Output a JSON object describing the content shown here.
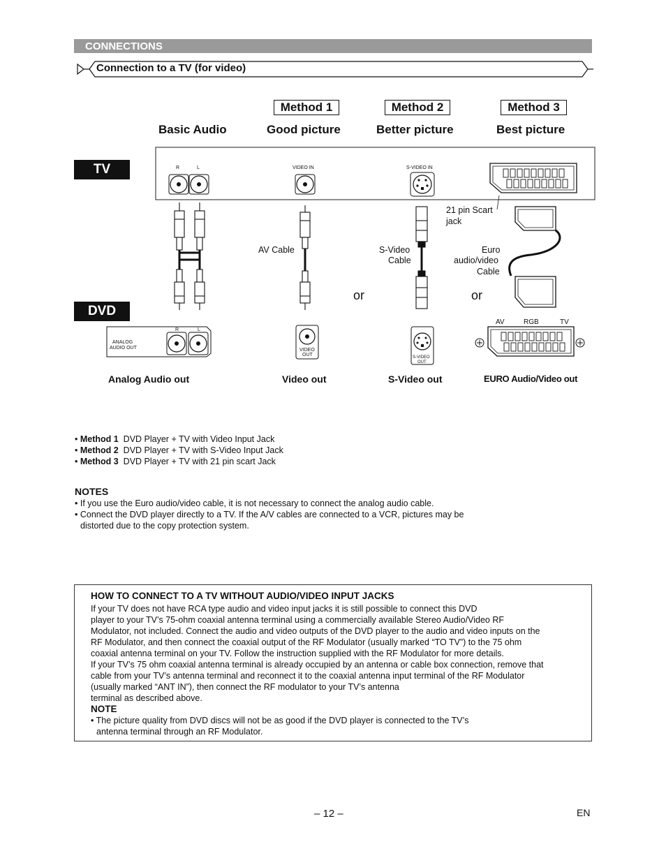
{
  "header": {
    "section": "CONNECTIONS",
    "subtitle": "Connection to a TV (for video)"
  },
  "methods": [
    "Method 1",
    "Method 2",
    "Method 3"
  ],
  "columns": [
    "Basic Audio",
    "Good picture",
    "Better picture",
    "Best picture"
  ],
  "device_labels": {
    "tv": "TV",
    "dvd": "DVD"
  },
  "tv_panel": {
    "r": "R",
    "l": "L",
    "video_in": "VIDEO IN",
    "svideo_in": "S-VIDEO IN"
  },
  "cable_labels": {
    "scart_jack_1": "21 pin Scart",
    "scart_jack_2": "jack",
    "av_cable": "AV Cable",
    "svideo_cable_1": "S-Video",
    "svideo_cable_2": "Cable",
    "euro_1": "Euro",
    "euro_2": "audio/video",
    "euro_3": "Cable",
    "or": "or"
  },
  "dvd_panel": {
    "analog_1": "ANALOG",
    "analog_2": "AUDIO OUT",
    "r": "R",
    "l": "L",
    "video_out_1": "VIDEO",
    "video_out_2": "OUT",
    "svideo_out_1": "S-VIDEO",
    "svideo_out_2": "OUT",
    "scart_av": "AV",
    "scart_rgb": "RGB",
    "scart_tv": "TV"
  },
  "outputs": [
    "Analog Audio out",
    "Video out",
    "S-Video out",
    "EURO Audio/Video out"
  ],
  "method_list": [
    {
      "name": "Method 1",
      "desc": "DVD Player + TV with Video Input Jack"
    },
    {
      "name": "Method 2",
      "desc": "DVD Player + TV with S-Video Input Jack"
    },
    {
      "name": "Method 3",
      "desc": "DVD Player + TV with 21 pin scart Jack"
    }
  ],
  "notes": {
    "title": "NOTES",
    "items": [
      "If you use the Euro audio/video cable, it is not necessary to connect the analog audio cable.",
      "Connect the DVD player directly to a TV. If the A/V cables are connected to a VCR, pictures may be",
      "distorted due to the copy protection system."
    ]
  },
  "howto": {
    "title": "HOW TO CONNECT TO A TV WITHOUT AUDIO/VIDEO INPUT JACKS",
    "lines": [
      "If your TV does not have RCA type audio and video input jacks it is still possible to connect this DVD",
      "player to your TV’s 75-ohm coaxial antenna terminal using a commercially available Stereo Audio/Video RF",
      "Modulator, not included. Connect the audio and video outputs of the DVD player to the audio and video inputs on the",
      "RF Modulator, and then connect the coaxial output of the RF Modulator (usually marked “TO TV”) to the 75 ohm",
      "coaxial antenna terminal on your TV. Follow the instruction supplied with the RF Modulator for more details.",
      "If your TV’s 75 ohm coaxial antenna terminal is already occupied by an antenna or cable box connection, remove that",
      "cable from your TV’s antenna terminal and reconnect it to the coaxial antenna input terminal of the RF Modulator",
      "(usually marked “ANT IN”), then connect the RF modulator to your TV’s antenna",
      "terminal as described above."
    ],
    "note_title": "NOTE",
    "note_lines": [
      "The picture quality from DVD discs will not be as good if the DVD player is connected to the TV’s",
      "antenna terminal through an RF Modulator."
    ]
  },
  "footer": {
    "page": "– 12 –",
    "lang": "EN"
  }
}
